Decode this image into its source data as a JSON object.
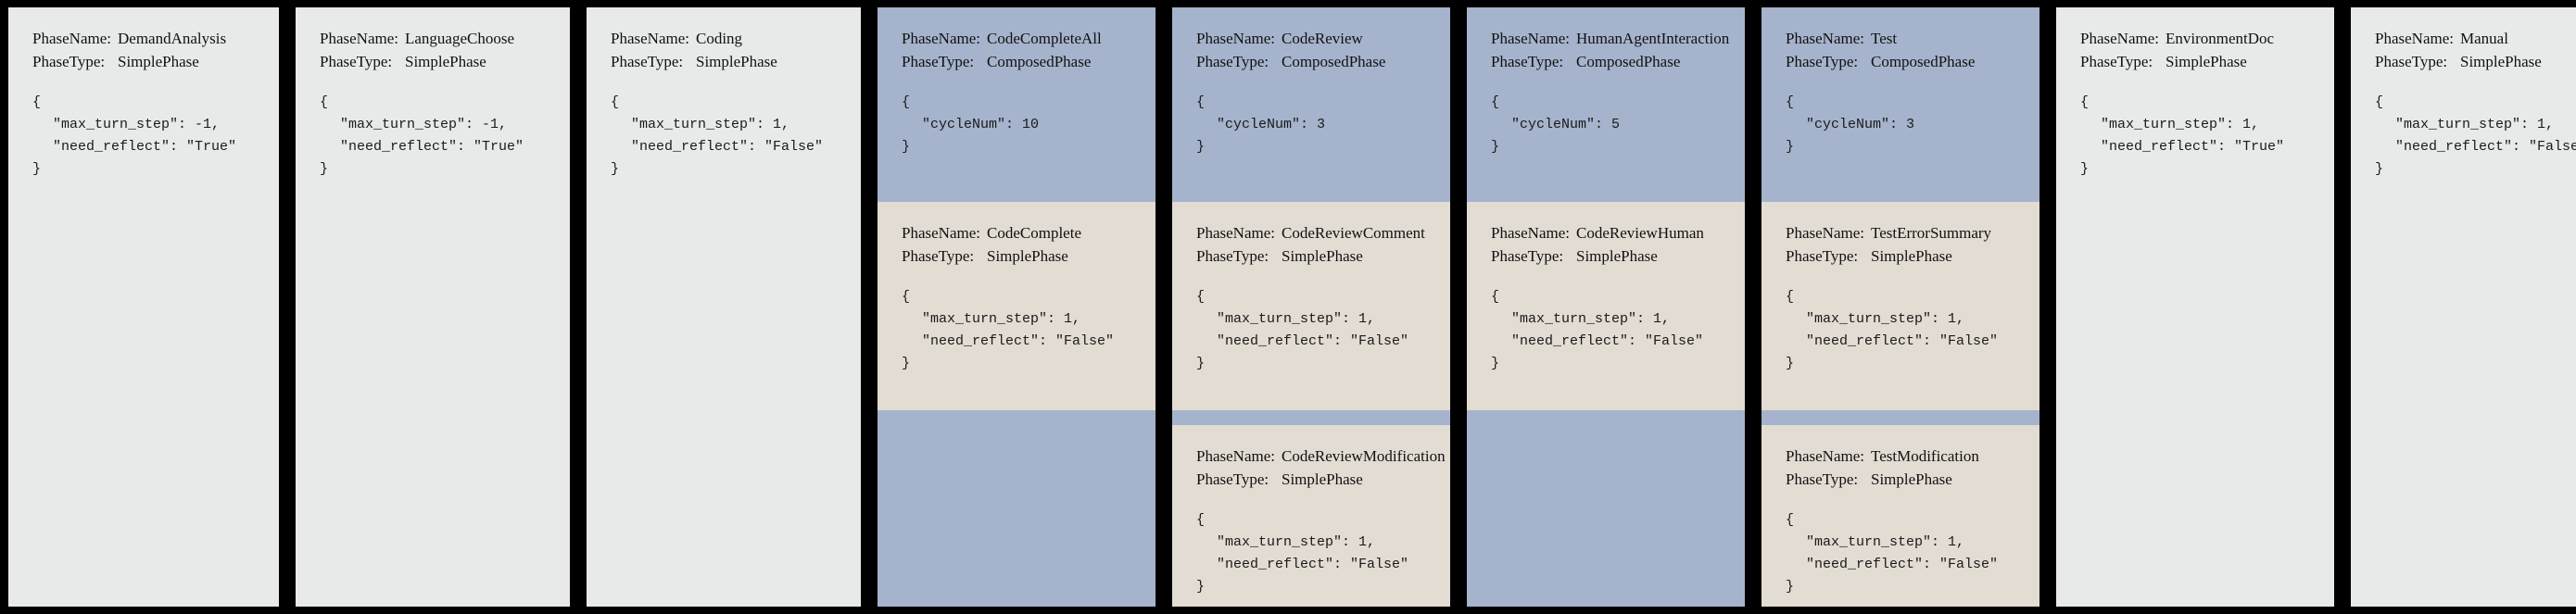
{
  "labels": {
    "phase_name": "PhaseName:",
    "phase_type": "PhaseType:",
    "brace_open": "{",
    "brace_close": "}"
  },
  "colors": {
    "background": "#000000",
    "simple_panel": "#e8eaea",
    "composed_header": "#a5b4cc",
    "sub_phase_panel": "#e2dcd3",
    "text": "#111111"
  },
  "cards": [
    {
      "id": "demand-analysis",
      "phase_name": "DemandAnalysis",
      "phase_type": "SimplePhase",
      "json_lines": [
        "\"max_turn_step\": -1,",
        "\"need_reflect\": \"True\""
      ],
      "sub_phases": []
    },
    {
      "id": "language-choose",
      "phase_name": "LanguageChoose",
      "phase_type": "SimplePhase",
      "json_lines": [
        "\"max_turn_step\": -1,",
        "\"need_reflect\": \"True\""
      ],
      "sub_phases": []
    },
    {
      "id": "coding",
      "phase_name": "Coding",
      "phase_type": "SimplePhase",
      "json_lines": [
        "\"max_turn_step\": 1,",
        "\"need_reflect\": \"False\""
      ],
      "sub_phases": []
    },
    {
      "id": "code-complete-all",
      "phase_name": "CodeCompleteAll",
      "phase_type": "ComposedPhase",
      "json_lines": [
        "\"cycleNum\": 10"
      ],
      "sub_phases": [
        {
          "id": "code-complete",
          "phase_name": "CodeComplete",
          "phase_type": "SimplePhase",
          "json_lines": [
            "\"max_turn_step\": 1,",
            "\"need_reflect\": \"False\""
          ]
        }
      ]
    },
    {
      "id": "code-review",
      "phase_name": "CodeReview",
      "phase_type": "ComposedPhase",
      "json_lines": [
        "\"cycleNum\": 3"
      ],
      "sub_phases": [
        {
          "id": "code-review-comment",
          "phase_name": "CodeReviewComment",
          "phase_type": "SimplePhase",
          "json_lines": [
            "\"max_turn_step\": 1,",
            "\"need_reflect\": \"False\""
          ]
        },
        {
          "id": "code-review-modification",
          "phase_name": "CodeReviewModification",
          "phase_type": "SimplePhase",
          "json_lines": [
            "\"max_turn_step\": 1,",
            "\"need_reflect\": \"False\""
          ]
        }
      ]
    },
    {
      "id": "human-agent-interaction",
      "phase_name": "HumanAgentInteraction",
      "phase_type": "ComposedPhase",
      "json_lines": [
        "\"cycleNum\": 5"
      ],
      "sub_phases": [
        {
          "id": "code-review-human",
          "phase_name": "CodeReviewHuman",
          "phase_type": "SimplePhase",
          "json_lines": [
            "\"max_turn_step\": 1,",
            "\"need_reflect\": \"False\""
          ]
        }
      ]
    },
    {
      "id": "test",
      "phase_name": "Test",
      "phase_type": "ComposedPhase",
      "json_lines": [
        "\"cycleNum\": 3"
      ],
      "sub_phases": [
        {
          "id": "test-error-summary",
          "phase_name": "TestErrorSummary",
          "phase_type": "SimplePhase",
          "json_lines": [
            "\"max_turn_step\": 1,",
            "\"need_reflect\": \"False\""
          ]
        },
        {
          "id": "test-modification",
          "phase_name": "TestModification",
          "phase_type": "SimplePhase",
          "json_lines": [
            "\"max_turn_step\": 1,",
            "\"need_reflect\": \"False\""
          ]
        }
      ]
    },
    {
      "id": "environment-doc",
      "phase_name": "EnvironmentDoc",
      "phase_type": "SimplePhase",
      "json_lines": [
        "\"max_turn_step\": 1,",
        "\"need_reflect\": \"True\""
      ],
      "sub_phases": []
    },
    {
      "id": "manual",
      "phase_name": "Manual",
      "phase_type": "SimplePhase",
      "json_lines": [
        "\"max_turn_step\": 1,",
        "\"need_reflect\": \"False\""
      ],
      "sub_phases": []
    }
  ]
}
